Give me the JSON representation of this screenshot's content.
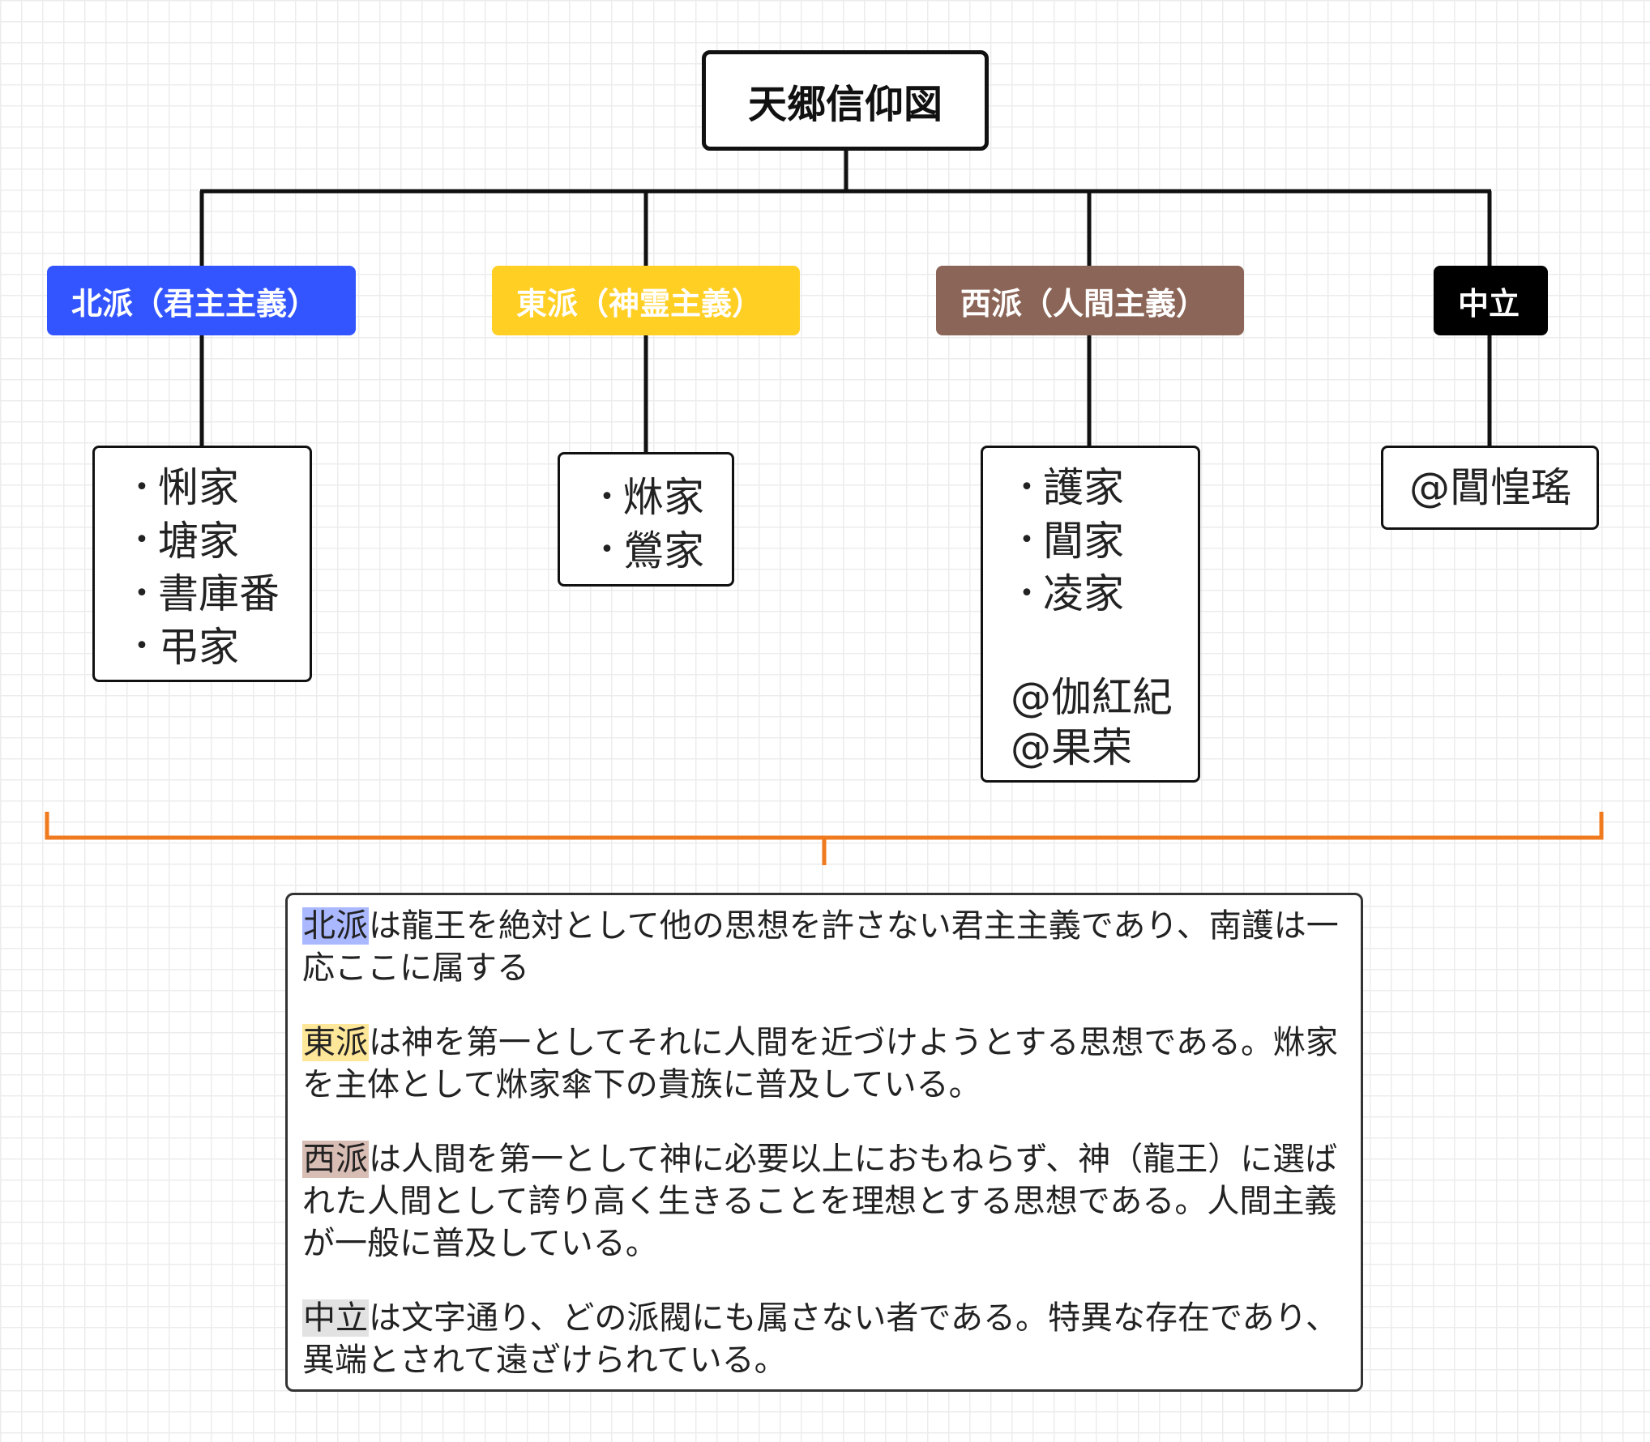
{
  "title": "天郷信仰図",
  "colors": {
    "north": "#3355ff",
    "east": "#ffcf24",
    "west": "#8b6557",
    "neutral": "#000000",
    "bracket": "#f07a1e",
    "north_highlight": "#aab8ff",
    "east_highlight": "#ffe79a",
    "west_highlight": "#d7bdb3",
    "neutral_highlight": "#e2e2e2"
  },
  "factions": [
    {
      "label": "北派（君主主義）",
      "members": [
        "悧家",
        "塘家",
        "書庫番",
        "弔家"
      ],
      "notes": []
    },
    {
      "label": "東派（神霊主義）",
      "members": [
        "烌家",
        "鶯家"
      ],
      "notes": []
    },
    {
      "label": "西派（人間主義）",
      "members": [
        "護家",
        "閶家",
        "凌家"
      ],
      "notes": [
        "@伽紅紀",
        "@果荣"
      ]
    },
    {
      "label": "中立",
      "members": [],
      "notes": [
        "@閶惶瑤"
      ]
    }
  ],
  "descriptions": [
    {
      "term": "北派",
      "text": "は龍王を絶対として他の思想を許さない君主主義であり、南護は一応ここに属する"
    },
    {
      "term": "東派",
      "text": "は神を第一としてそれに人間を近づけようとする思想である。烌家を主体として烌家傘下の貴族に普及している。"
    },
    {
      "term": "西派",
      "text": "は人間を第一として神に必要以上におもねらず、神（龍王）に選ばれた人間として誇り高く生きることを理想とする思想である。人間主義が一般に普及している。"
    },
    {
      "term": "中立",
      "text": "は文字通り、どの派閥にも属さない者である。特異な存在であり、異端とされて遠ざけられている。"
    }
  ]
}
